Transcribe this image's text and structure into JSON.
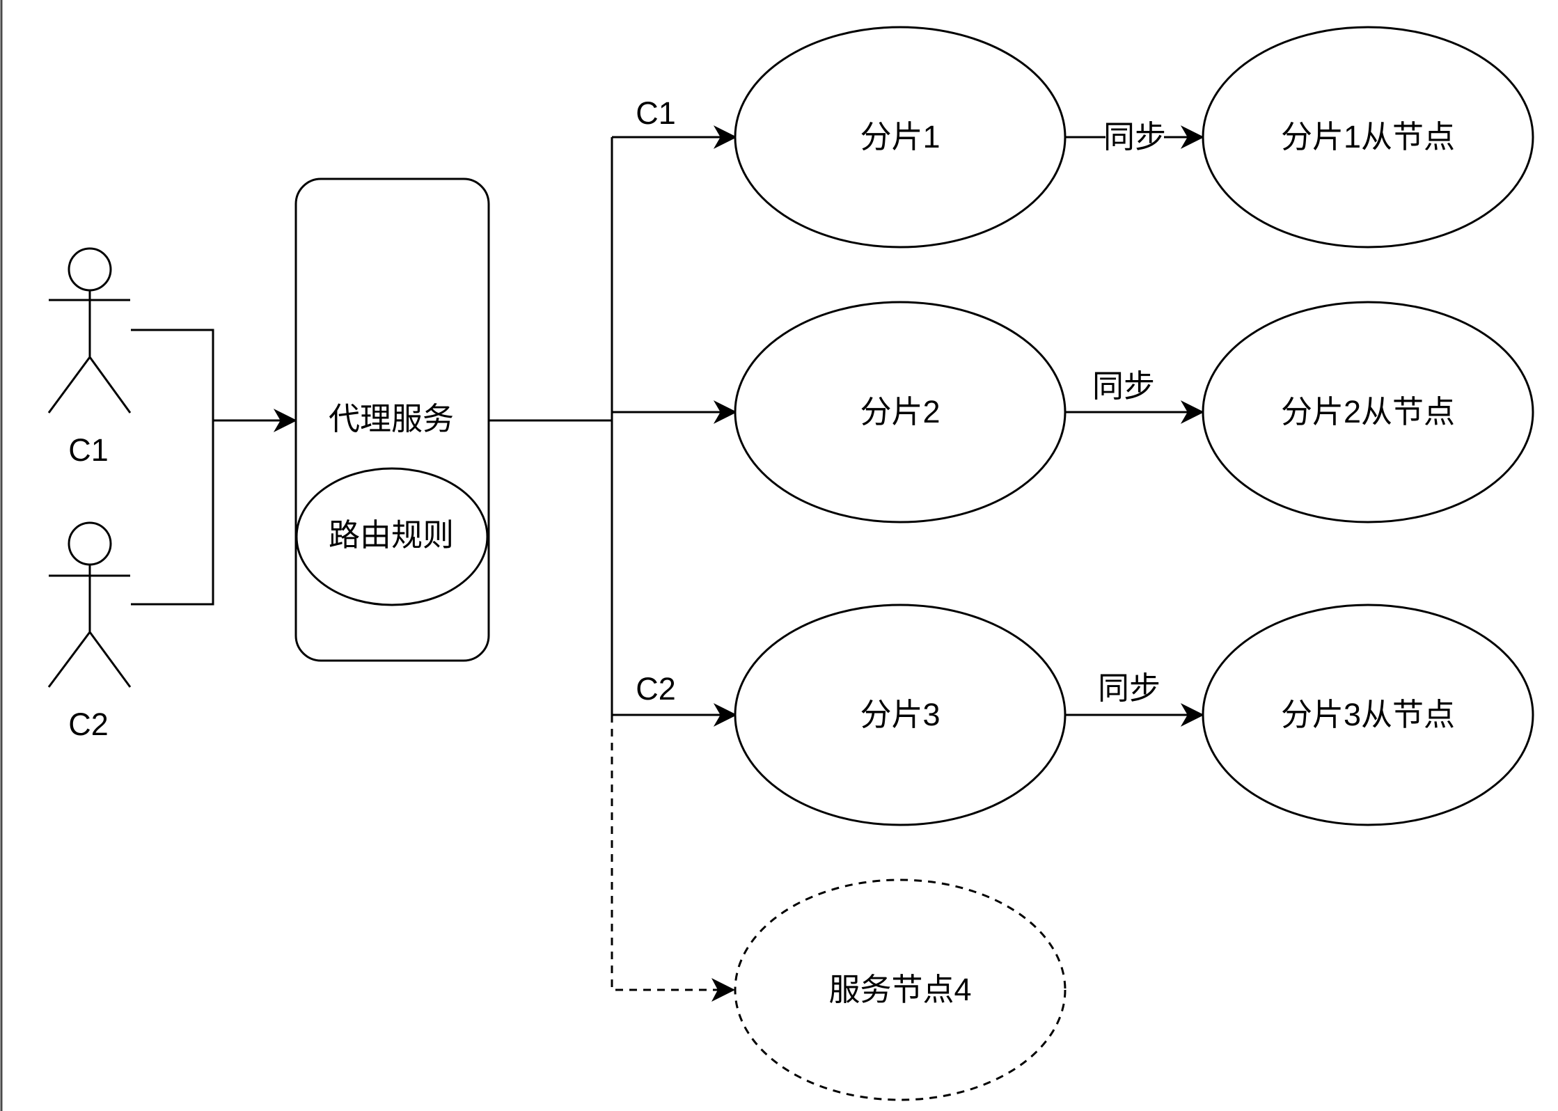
{
  "actors": {
    "c1": {
      "label": "C1"
    },
    "c2": {
      "label": "C2"
    }
  },
  "proxy": {
    "label": "代理服务",
    "routing_rule": "路由规则"
  },
  "shards": [
    {
      "label": "分片1",
      "replica": "分片1从节点",
      "route_label": "C1",
      "sync_label": "同步"
    },
    {
      "label": "分片2",
      "replica": "分片2从节点",
      "route_label": "",
      "sync_label": "同步"
    },
    {
      "label": "分片3",
      "replica": "分片3从节点",
      "route_label": "C2",
      "sync_label": "同步"
    }
  ],
  "new_node": {
    "label": "服务节点4"
  },
  "colors": {
    "stroke": "#000000",
    "background": "#ffffff"
  }
}
